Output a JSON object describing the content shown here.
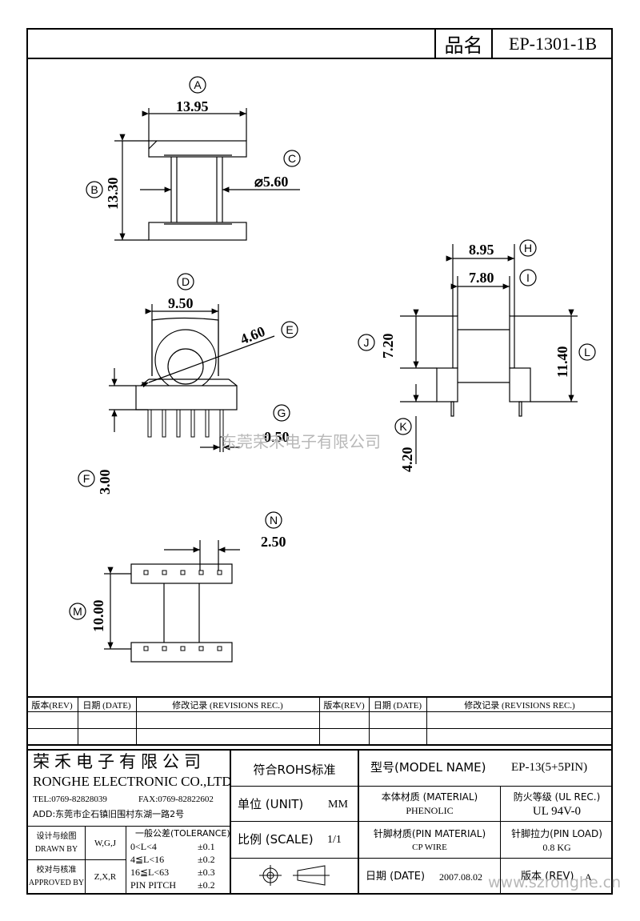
{
  "header": {
    "part_label": "品名",
    "part_number": "EP-1301-1B"
  },
  "watermark": "东莞荣禾电子有限公司",
  "watermark_url": "www.szronghe.cn",
  "dimensions": {
    "A": {
      "tag": "A",
      "value": "13.95"
    },
    "B": {
      "tag": "B",
      "value": "13.30"
    },
    "C": {
      "tag": "C",
      "value": "⌀5.60"
    },
    "D": {
      "tag": "D",
      "value": "9.50"
    },
    "E": {
      "tag": "E",
      "value": "4.60"
    },
    "F": {
      "tag": "F",
      "value": "3.00"
    },
    "G": {
      "tag": "G",
      "value": "0.50"
    },
    "H": {
      "tag": "H",
      "value": "8.95"
    },
    "I": {
      "tag": "I",
      "value": "7.80"
    },
    "J": {
      "tag": "J",
      "value": "7.20"
    },
    "K": {
      "tag": "K",
      "value": "4.20"
    },
    "L": {
      "tag": "L",
      "value": "11.40"
    },
    "M": {
      "tag": "M",
      "value": "10.00"
    },
    "N": {
      "tag": "N",
      "value": "2.50"
    }
  },
  "revisions": {
    "rev_header": "版本(REV)",
    "date_header": "日期 (DATE)",
    "record_header": "修改记录 (REVISIONS REC.)"
  },
  "title_block": {
    "company_cn": "荣禾电子有限公司",
    "company_en": "RONGHE ELECTRONIC CO.,LTD",
    "tel": "TEL:0769-82828039",
    "fax": "FAX:0769-82822602",
    "address": "ADD:东莞市企石镇旧围村东湖一路2号",
    "designed_label": "设计与绘图",
    "drawn_by_label": "DRAWN BY",
    "drawn_by": "W,G,J",
    "checked_label": "校对与核准",
    "approved_by_label": "APPROVED BY",
    "approved_by": "Z,X,R",
    "tolerance_title": "一般公差(TOLERANCE)",
    "tolerances": [
      {
        "range": "0<L<4",
        "value": "±0.1"
      },
      {
        "range": "4≦L<16",
        "value": "±0.2"
      },
      {
        "range": "16≦L<63",
        "value": "±0.3"
      },
      {
        "range": "PIN PITCH",
        "value": "±0.2"
      }
    ],
    "rohs": "符合ROHS标准",
    "unit_label": "单位 (UNIT)",
    "unit_value": "MM",
    "scale_label": "比例 (SCALE)",
    "scale_value": "1/1",
    "model_label": "型号(MODEL NAME)",
    "model_value": "EP-13(5+5PIN)",
    "material_label": "本体材质 (MATERIAL)",
    "material_value": "PHENOLIC",
    "ul_label": "防火等级 (UL REC.)",
    "ul_value": "UL 94V-0",
    "pin_material_label": "针脚材质(PIN MATERIAL)",
    "pin_material_value": "CP WIRE",
    "pin_load_label": "针脚拉力(PIN LOAD)",
    "pin_load_value": "0.8 KG",
    "date_label": "日期 (DATE)",
    "date_value": "2007.08.02",
    "rev_label": "版本 (REV)",
    "rev_value": "A"
  }
}
